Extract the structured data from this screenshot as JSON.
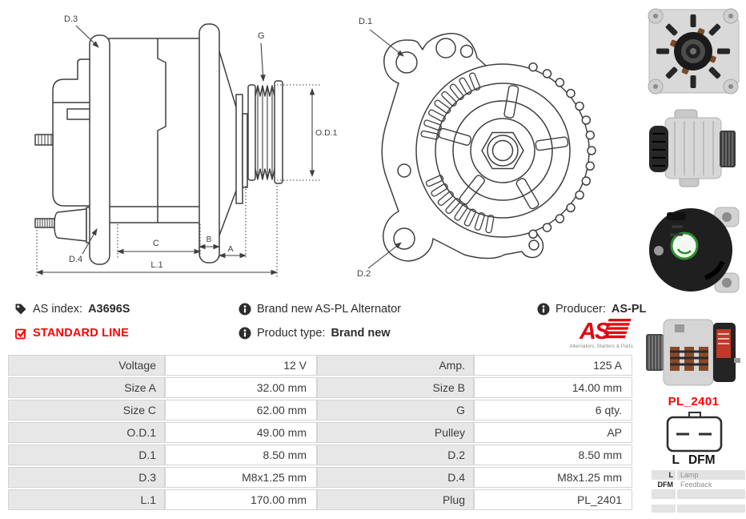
{
  "header": {
    "as_index_label": "AS index:",
    "as_index_value": "A3696S",
    "standard_line": "STANDARD LINE",
    "brand_new": "Brand new AS-PL Alternator",
    "product_type_label": "Product type:",
    "product_type_value": "Brand new",
    "producer_label": "Producer:",
    "producer_value": "AS-PL"
  },
  "logo": {
    "as": "AS",
    "tagline": "Alternators, Starters & Parts"
  },
  "colors": {
    "red_text": "#fe0000",
    "logo_red": "#e30613",
    "table_label_bg": "#e7e7e7",
    "table_border": "#d4d4d4",
    "diagram_line": "#3f3f3f"
  },
  "diagram": {
    "side_view": {
      "d3": "D.3",
      "g": "G",
      "od1": "O.D.1",
      "d4": "D.4",
      "c": "C",
      "b": "B",
      "a": "A",
      "l1": "L.1"
    },
    "front_view": {
      "d1": "D.1",
      "d2": "D.2"
    }
  },
  "spec_table": {
    "rows": [
      [
        "Voltage",
        "12 V",
        "Amp.",
        "125 A"
      ],
      [
        "Size A",
        "32.00 mm",
        "Size B",
        "14.00 mm"
      ],
      [
        "Size C",
        "62.00 mm",
        "G",
        "6 qty."
      ],
      [
        "O.D.1",
        "49.00 mm",
        "Pulley",
        "AP"
      ],
      [
        "D.1",
        "8.50 mm",
        "D.2",
        "8.50 mm"
      ],
      [
        "D.3",
        "M8x1.25 mm",
        "D.4",
        "M8x1.25 mm"
      ],
      [
        "L.1",
        "170.00 mm",
        "Plug",
        "PL_2401"
      ]
    ]
  },
  "plug": {
    "name": "PL_2401",
    "pin_left": "L",
    "pin_right": "DFM",
    "legend": [
      {
        "pin": "L",
        "desc": "Lamp"
      },
      {
        "pin": "DFM",
        "desc": "Feedback"
      }
    ]
  },
  "photos": [
    "alternator-front-photo",
    "alternator-side-photo",
    "alternator-rear-photo",
    "alternator-side-2-photo"
  ]
}
